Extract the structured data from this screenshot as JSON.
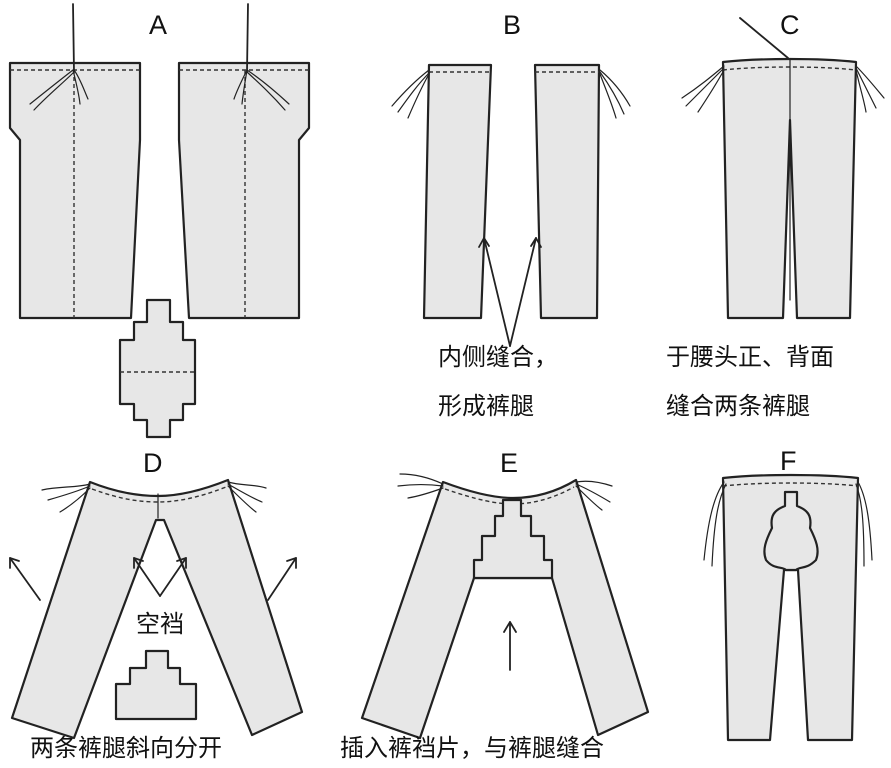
{
  "panels": {
    "a": {
      "letter": "A"
    },
    "b": {
      "letter": "B",
      "caption_line1": "内侧缝合，",
      "caption_line2": "形成裤腿"
    },
    "c": {
      "letter": "C",
      "caption_line1": "于腰头正、背面",
      "caption_line2": "缝合两条裤腿"
    },
    "d": {
      "letter": "D",
      "label": "空裆",
      "caption": "两条裤腿斜向分开"
    },
    "e": {
      "letter": "E",
      "caption": "插入裤裆片，与裤腿缝合"
    },
    "f": {
      "letter": "F"
    }
  },
  "colors": {
    "cloth": "#e7e7e7",
    "outline": "#222222",
    "background": "#ffffff"
  }
}
